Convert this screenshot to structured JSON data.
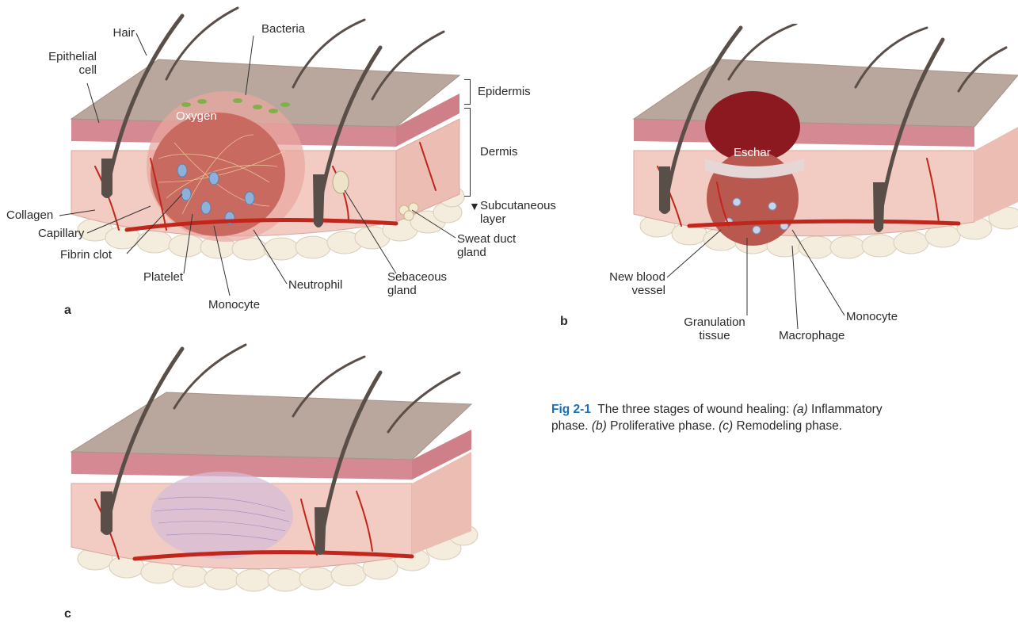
{
  "panel_a": {
    "letter": "a",
    "labels": {
      "hair": "Hair",
      "epithelial_cell": "Epithelial\ncell",
      "bacteria": "Bacteria",
      "oxygen": "Oxygen",
      "epidermis": "Epidermis",
      "dermis": "Dermis",
      "subcutaneous_layer": "Subcutaneous\nlayer",
      "collagen": "Collagen",
      "capillary": "Capillary",
      "fibrin_clot": "Fibrin clot",
      "platelet": "Platelet",
      "monocyte": "Monocyte",
      "neutrophil": "Neutrophil",
      "sebaceous_gland": "Sebaceous\ngland",
      "sweat_duct_gland": "Sweat duct\ngland"
    }
  },
  "panel_b": {
    "letter": "b",
    "labels": {
      "eschar": "Eschar",
      "new_blood_vessel": "New blood\nvessel",
      "granulation_tissue": "Granulation\ntissue",
      "macrophage": "Macrophage",
      "monocyte": "Monocyte"
    }
  },
  "panel_c": {
    "letter": "c"
  },
  "caption": {
    "number": "Fig 2-1",
    "text_1": "The three stages of wound healing:",
    "a_tag": "(a)",
    "a_text": "Inflammatory",
    "a_text_2": "phase.",
    "b_tag": "(b)",
    "b_text": "Proliferative phase.",
    "c_tag": "(c)",
    "c_text": "Remodeling phase."
  },
  "colors": {
    "skin_top": "#b9a79d",
    "epidermis": "#d58a93",
    "dermis": "#f2cbc2",
    "fat": "#f4ecdc",
    "vessel": "#c1261c",
    "hair": "#5a4f48",
    "caption_accent": "#1b6fb5"
  }
}
